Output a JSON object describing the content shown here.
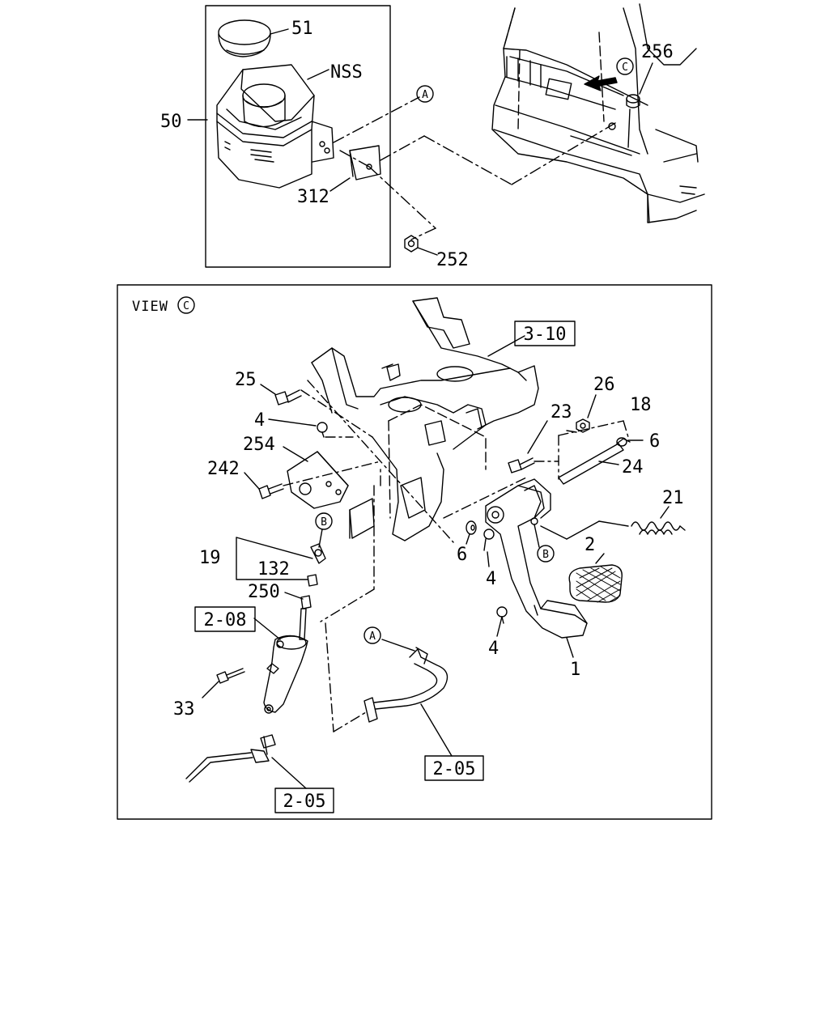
{
  "view_title": "VIEW",
  "view_ref": "C",
  "ref_circles": {
    "a_top": "A",
    "c_top": "C",
    "b_left": "B",
    "b_right": "B",
    "a_bottom": "A"
  },
  "part_numbers": {
    "p51": "51",
    "nss": "NSS",
    "p50": "50",
    "p312": "312",
    "p252": "252",
    "p256": "256",
    "p25": "25",
    "p4a": "4",
    "p254": "254",
    "p242": "242",
    "p23": "23",
    "p26": "26",
    "p18": "18",
    "p6a": "6",
    "p24": "24",
    "p21": "21",
    "p6b": "6",
    "p4b": "4",
    "p2": "2",
    "p19": "19",
    "p132": "132",
    "p250": "250",
    "p4c": "4",
    "p1": "1",
    "p33": "33"
  },
  "boxed_refs": {
    "b310": "3-10",
    "b208": "2-08",
    "b205a": "2-05",
    "b205b": "2-05"
  }
}
